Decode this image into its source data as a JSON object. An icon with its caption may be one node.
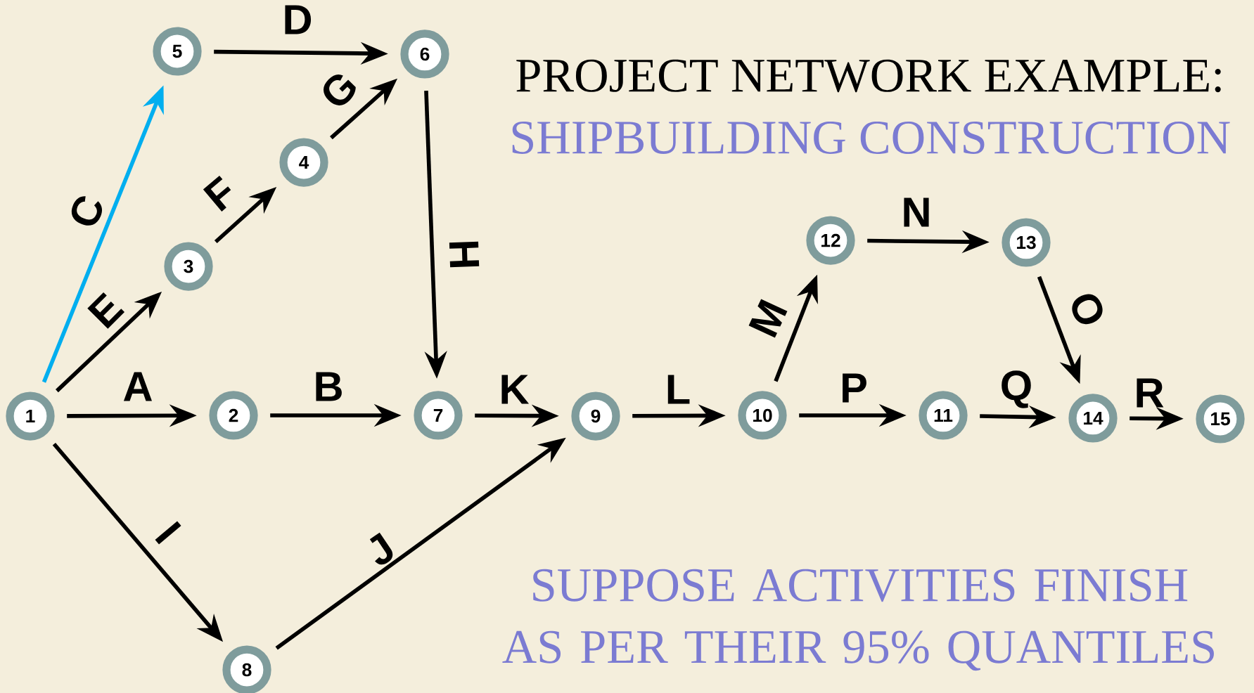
{
  "diagram": {
    "title": "PROJECT NETWORK EXAMPLE:",
    "nodes": [
      {
        "text": [
          "1"
        ]
      },
      {
        "text": [
          "2"
        ]
      },
      {
        "text": [
          "3"
        ]
      },
      {
        "text": [
          "4"
        ]
      },
      {
        "text": [
          "5"
        ]
      },
      {
        "text": [
          "6"
        ]
      },
      {
        "text": [
          "7"
        ]
      },
      {
        "text": [
          "8"
        ]
      },
      {
        "text": [
          "9"
        ]
      },
      {
        "text": [
          "10"
        ]
      },
      {
        "text": [
          "11"
        ]
      },
      {
        "text": [
          "12"
        ]
      },
      {
        "text": [
          "13"
        ]
      },
      {
        "text": [
          "14"
        ]
      },
      {
        "text": [
          "15"
        ]
      }
    ],
    "edges": [
      {
        "from": 0,
        "to": 1,
        "arrow": "to",
        "label": "A"
      },
      {
        "from": 1,
        "to": 6,
        "arrow": "to",
        "label": "B"
      },
      {
        "from": 0,
        "to": 4,
        "arrow": "to",
        "label": "C",
        "color": "#00aeef"
      },
      {
        "from": 4,
        "to": 5,
        "arrow": "to",
        "label": "D"
      },
      {
        "from": 0,
        "to": 2,
        "arrow": "to",
        "label": "E"
      },
      {
        "from": 2,
        "to": 3,
        "arrow": "to",
        "label": "F"
      },
      {
        "from": 3,
        "to": 5,
        "arrow": "to",
        "label": "G"
      },
      {
        "from": 5,
        "to": 6,
        "arrow": "to",
        "label": "H"
      },
      {
        "from": 0,
        "to": 7,
        "arrow": "to",
        "label": "I"
      },
      {
        "from": 7,
        "to": 8,
        "arrow": "to",
        "label": "J"
      },
      {
        "from": 6,
        "to": 8,
        "arrow": "to",
        "label": "K"
      },
      {
        "from": 8,
        "to": 9,
        "arrow": "to",
        "label": "L"
      },
      {
        "from": 9,
        "to": 11,
        "arrow": "to",
        "label": "M"
      },
      {
        "from": 11,
        "to": 12,
        "arrow": "to",
        "label": "N"
      },
      {
        "from": 12,
        "to": 13,
        "arrow": "to",
        "label": "O"
      },
      {
        "from": 9,
        "to": 10,
        "arrow": "to",
        "label": "P"
      },
      {
        "from": 10,
        "to": 13,
        "arrow": "to",
        "label": "Q"
      },
      {
        "from": 13,
        "to": 14,
        "arrow": "to",
        "label": "R"
      }
    ],
    "labels": [
      "SHIPBUILDING CONSTRUCTION",
      "SUPPOSE ACTIVITIES FINISH AS PER THEIR 95% QUANTILES"
    ]
  }
}
